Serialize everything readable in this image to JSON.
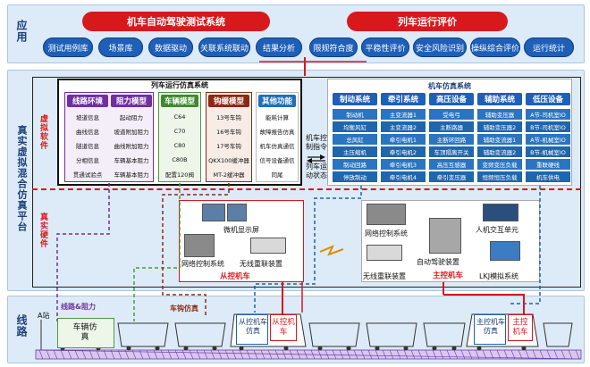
{
  "side_labels": {
    "apply": "应用",
    "platform": "真实虚拟混合仿真平台",
    "virtual_sw": "虚拟软件",
    "real_hw": "真实硬件",
    "line": "线路"
  },
  "apply": {
    "left_title": "机车自动驾驶测试系统",
    "left_items": [
      "测试用例库",
      "场景库",
      "数据驱动",
      "关联系统联动",
      "结果分析"
    ],
    "right_title": "列车运行评价",
    "right_items": [
      "限规符合度",
      "平稳性评价",
      "安全风险识别",
      "操纵综合评价",
      "运行统计"
    ]
  },
  "sim_left": {
    "title": "列车运行仿真系统",
    "columns": [
      {
        "head": "线路环境",
        "items": [
          "坡道信息",
          "曲线信息",
          "隧道信息",
          "分相信息",
          "贯通试验点"
        ]
      },
      {
        "head": "阻力模型",
        "items": [
          "起动阻力",
          "坡道附加阻力",
          "曲线附加阻力",
          "车辆基本阻力",
          "车辆基本阻力"
        ]
      },
      {
        "head": "车辆模型",
        "items": [
          "C64",
          "C70",
          "C80",
          "C80B",
          "配置120阀"
        ]
      },
      {
        "head": "钩缓模型",
        "items": [
          "13号车钩",
          "16号车钩",
          "17号车钩",
          "QKX100缓冲器",
          "MT-2缓冲器"
        ]
      },
      {
        "head": "其他功能",
        "items": [
          "能耗计算",
          "故障报告仿真",
          "机车仿真通信",
          "信号设备通信",
          "同尾"
        ]
      }
    ]
  },
  "mid_labels": {
    "ctrl": "机车控制指令",
    "state": "列车运动状态"
  },
  "sim_right": {
    "title": "机车仿真系统",
    "columns": [
      {
        "head": "制动系统",
        "items": [
          "制动机",
          "均衡风缸",
          "总风缸",
          "主压缩机",
          "制动回路",
          "停放制动"
        ]
      },
      {
        "head": "牵引系统",
        "items": [
          "主变流器1",
          "主变流器2",
          "牵引电机1",
          "牵引电机2",
          "牵引电机3",
          "牵引电机4"
        ]
      },
      {
        "head": "高压设备",
        "items": [
          "受电弓",
          "主断路器",
          "主断环回路",
          "车顶隔离开关",
          "高压互感器",
          "牵引变压器"
        ]
      },
      {
        "head": "辅助系统",
        "items": [
          "辅助变压器",
          "辅助变压器2",
          "辅助变流器1",
          "辅助变流器2",
          "变频变压负载",
          "恒频恒压负载"
        ]
      },
      {
        "head": "低压设备",
        "items": [
          "A节-司机室IO",
          "B节-司机室IO",
          "A节-机械室IO",
          "B节-机械室IO",
          "重联硬线",
          "机车供电"
        ]
      }
    ]
  },
  "hw_left": {
    "title": "从控机车",
    "monitor": "微机显示屏",
    "netctrl": "网络控制系统",
    "wireless": "无线重联装置"
  },
  "hw_right": {
    "title": "主控机车",
    "netctrl": "网络控制系统",
    "hmi": "人机交互单元",
    "auto": "自动驾驶装置",
    "wireless": "无线重联装置",
    "lkj": "LKJ模拟系统"
  },
  "line": {
    "a_station": "A站",
    "route_resist": "线路&阻力",
    "vehicle_sim_label": "车钩仿真",
    "vehicle_box": "车辆仿真",
    "slave_sim": "从控机车仿真",
    "slave_loco": "从控机车",
    "master_sim": "主控机车仿真",
    "master_loco": "主控机车"
  },
  "colors": {
    "navy": "#1f3f7a",
    "blue": "#1f5fb8",
    "red": "#d7191c",
    "purple": "#7030a0",
    "green": "#4e9a3a",
    "brown": "#8b2a12",
    "lightblue": "#dcebf7"
  }
}
